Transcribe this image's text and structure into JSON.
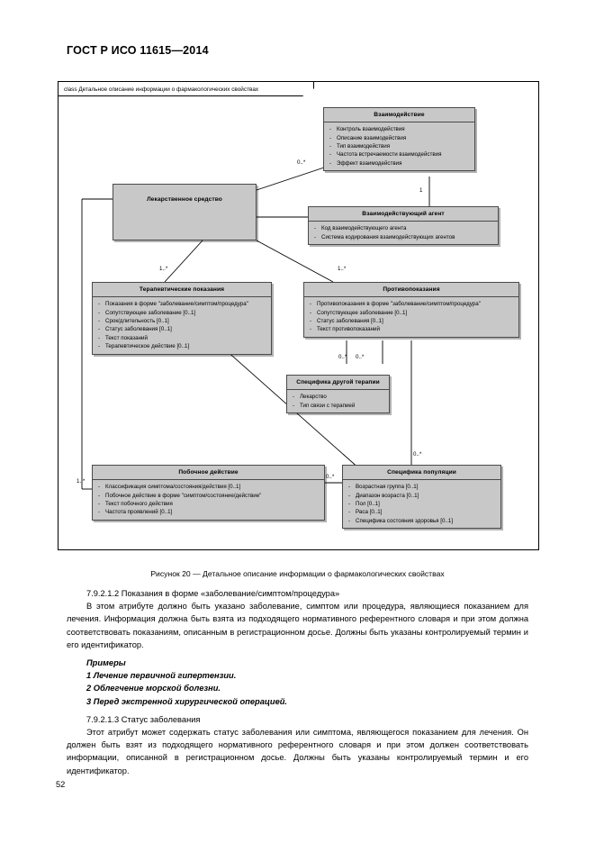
{
  "document": {
    "header": "ГОСТ Р ИСО 11615—2014",
    "page_number": "52"
  },
  "figure": {
    "frame_label": "class Детальное описание информации о фармакологических свойствах",
    "caption": "Рисунок 20 — Детальное описание информации о фармакологических свойствах",
    "classes": {
      "medicinal_product": {
        "title": "Лекарственное средство",
        "attributes": []
      },
      "interaction": {
        "title": "Взаимодействие",
        "attributes": [
          "Контроль взаимодействия",
          "Описание взаимодействия",
          "Тип взаимодействия",
          "Частота встречаемости взаимодействия",
          "Эффект взаимодействия"
        ]
      },
      "interacting_agent": {
        "title": "Взаимодействующий агент",
        "attributes": [
          "Код взаимодействующего агента",
          "Система кодирования взаимодействующих агентов"
        ]
      },
      "therapeutic_indication": {
        "title": "Терапевтические показания",
        "attributes": [
          "Показания в форме \"заболевание/симптом/процедура\"",
          "Сопутствующее заболевание [0..1]",
          "Срок/длительность [0..1]",
          "Статус заболевания [0..1]",
          "Текст показаний",
          "Терапевтическое действие [0..1]"
        ]
      },
      "contraindication": {
        "title": "Противопоказания",
        "attributes": [
          "Противопоказания в форме \"заболевание/симптом/процедура\"",
          "Сопутствующее заболевание [0..1]",
          "Статус заболевания [0..1]",
          "Текст противопоказаний"
        ]
      },
      "other_therapy": {
        "title": "Специфика другой терапии",
        "attributes": [
          "Лекарство",
          "Тип связи с терапией"
        ]
      },
      "undesirable_effect": {
        "title": "Побочное действие",
        "attributes": [
          "Классификация симптома/состояния/действия [0..1]",
          "Побочное действие в форме \"симптом/состояние/действие\"",
          "Текст побочного действия",
          "Частота проявлений [0..1]"
        ]
      },
      "population_specifics": {
        "title": "Специфика популяции",
        "attributes": [
          "Возрастная группа [0..1]",
          "Диапазон возраста [0..1]",
          "Пол [0..1]",
          "Раса [0..1]",
          "Специфика состояния здоровья [0..1]"
        ]
      }
    },
    "multiplicities": {
      "interaction_left": "0..*",
      "interaction_agent": "1",
      "therapeutic_left": "1..*",
      "contraindication_left": "1..*",
      "other_therapy_a": "0..*",
      "other_therapy_b": "0..*",
      "population_top": "0..*",
      "undesirable_left": "1..*",
      "population_left": "0..*"
    }
  },
  "body": {
    "section_1_heading": "7.9.2.1.2 Показания в форме «заболевание/симптом/процедура»",
    "section_1_paragraph": "В этом атрибуте должно быть указано заболевание, симптом или процедура, являющиеся показанием для лечения. Информация должна быть взята из подходящего нормативного референтного словаря и при этом должна соответствовать показаниям, описанным в регистрационном досье. Должны быть указаны контролируемый термин и его идентификатор.",
    "examples_heading": "Примеры",
    "examples": [
      "1 Лечение первичной гипертензии.",
      "2 Облегчение морской болезни.",
      "3 Перед экстренной хирургической операцией."
    ],
    "section_2_heading": "7.9.2.1.3 Статус заболевания",
    "section_2_paragraph": "Этот атрибут может содержать статус заболевания или симптома, являющегося показанием для лечения. Он должен быть взят из подходящего нормативного референтного словаря и при этом должен соответствовать информации, описанной в регистрационном досье. Должны быть указаны контролируемый термин и его идентификатор."
  },
  "colors": {
    "class_fill": "#c8c8c8",
    "class_border": "#4a4a4a",
    "page_background": "#ffffff"
  }
}
